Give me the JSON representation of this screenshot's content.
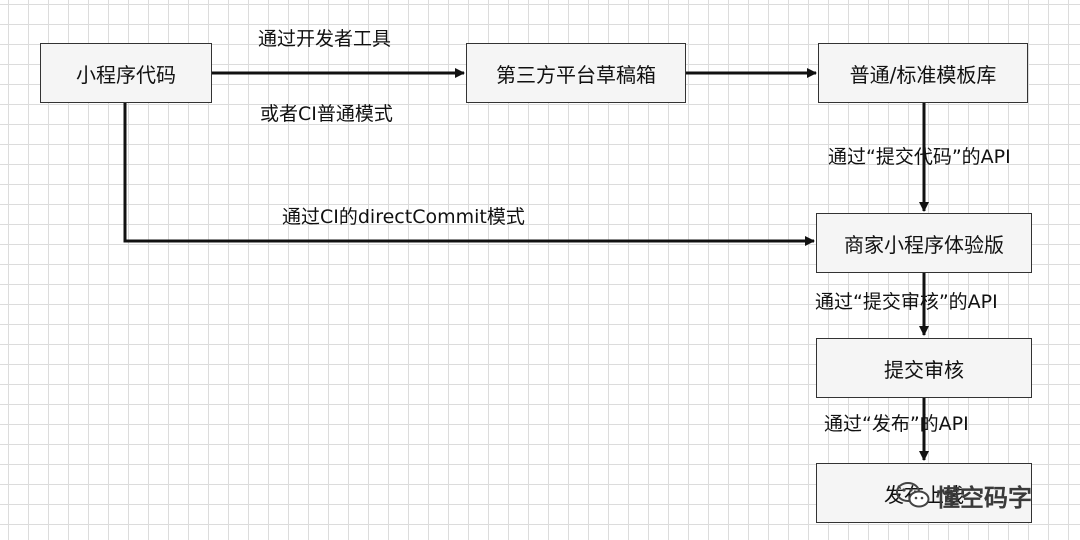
{
  "boxes": {
    "source_code": "小程序代码",
    "third_party_drafts": "第三方平台草稿箱",
    "template_library": "普通/标准模板库",
    "merchant_trial": "商家小程序体验版",
    "submit_review": "提交审核",
    "release": "发布上线"
  },
  "labels": {
    "via_devtools": "通过开发者工具",
    "or_ci_normal": "或者CI普通模式",
    "via_ci_direct": "通过CI的directCommit模式",
    "api_commit_code": "通过“提交代码”的API",
    "api_submit_audit": "通过“提交审核”的API",
    "api_release": "通过“发布”的API"
  },
  "watermark": {
    "text": "懂空码字",
    "icon": "wechat-icon"
  },
  "colors": {
    "line": "#111111",
    "box_fill": "#f5f5f5",
    "box_border": "#333333",
    "grid": "#dcdcdc"
  }
}
